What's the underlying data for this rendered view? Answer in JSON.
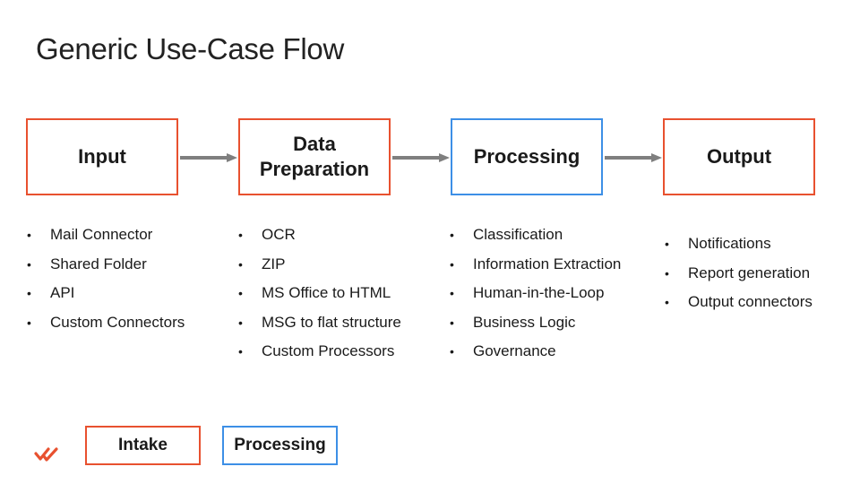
{
  "title": "Generic Use-Case Flow",
  "stages": [
    {
      "label": "Input",
      "color": "#e8512f",
      "items": [
        "Mail Connector",
        "Shared Folder",
        "API",
        "Custom Connectors"
      ]
    },
    {
      "label_line1": "Data",
      "label_line2": "Preparation",
      "color": "#e8512f",
      "items": [
        "OCR",
        "ZIP",
        "MS Office to HTML",
        "MSG to flat structure",
        "Custom Processors"
      ]
    },
    {
      "label": "Processing",
      "color": "#3d8fe6",
      "items": [
        "Classification",
        "Information Extraction",
        "Human-in-the-Loop",
        "Business Logic",
        "Governance"
      ]
    },
    {
      "label": "Output",
      "color": "#e8512f",
      "items": [
        "Notifications",
        "Report generation",
        "Output connectors"
      ]
    }
  ],
  "legend": [
    {
      "label": "Intake",
      "color": "#e8512f"
    },
    {
      "label": "Processing",
      "color": "#3d8fe6"
    }
  ],
  "icons": {
    "arrow": "arrow-right-icon",
    "logo": "brand-check-logo-icon"
  },
  "colors": {
    "intake": "#e8512f",
    "processing": "#3d8fe6",
    "arrow": "#7f7f7f",
    "logo": "#e8512f"
  }
}
